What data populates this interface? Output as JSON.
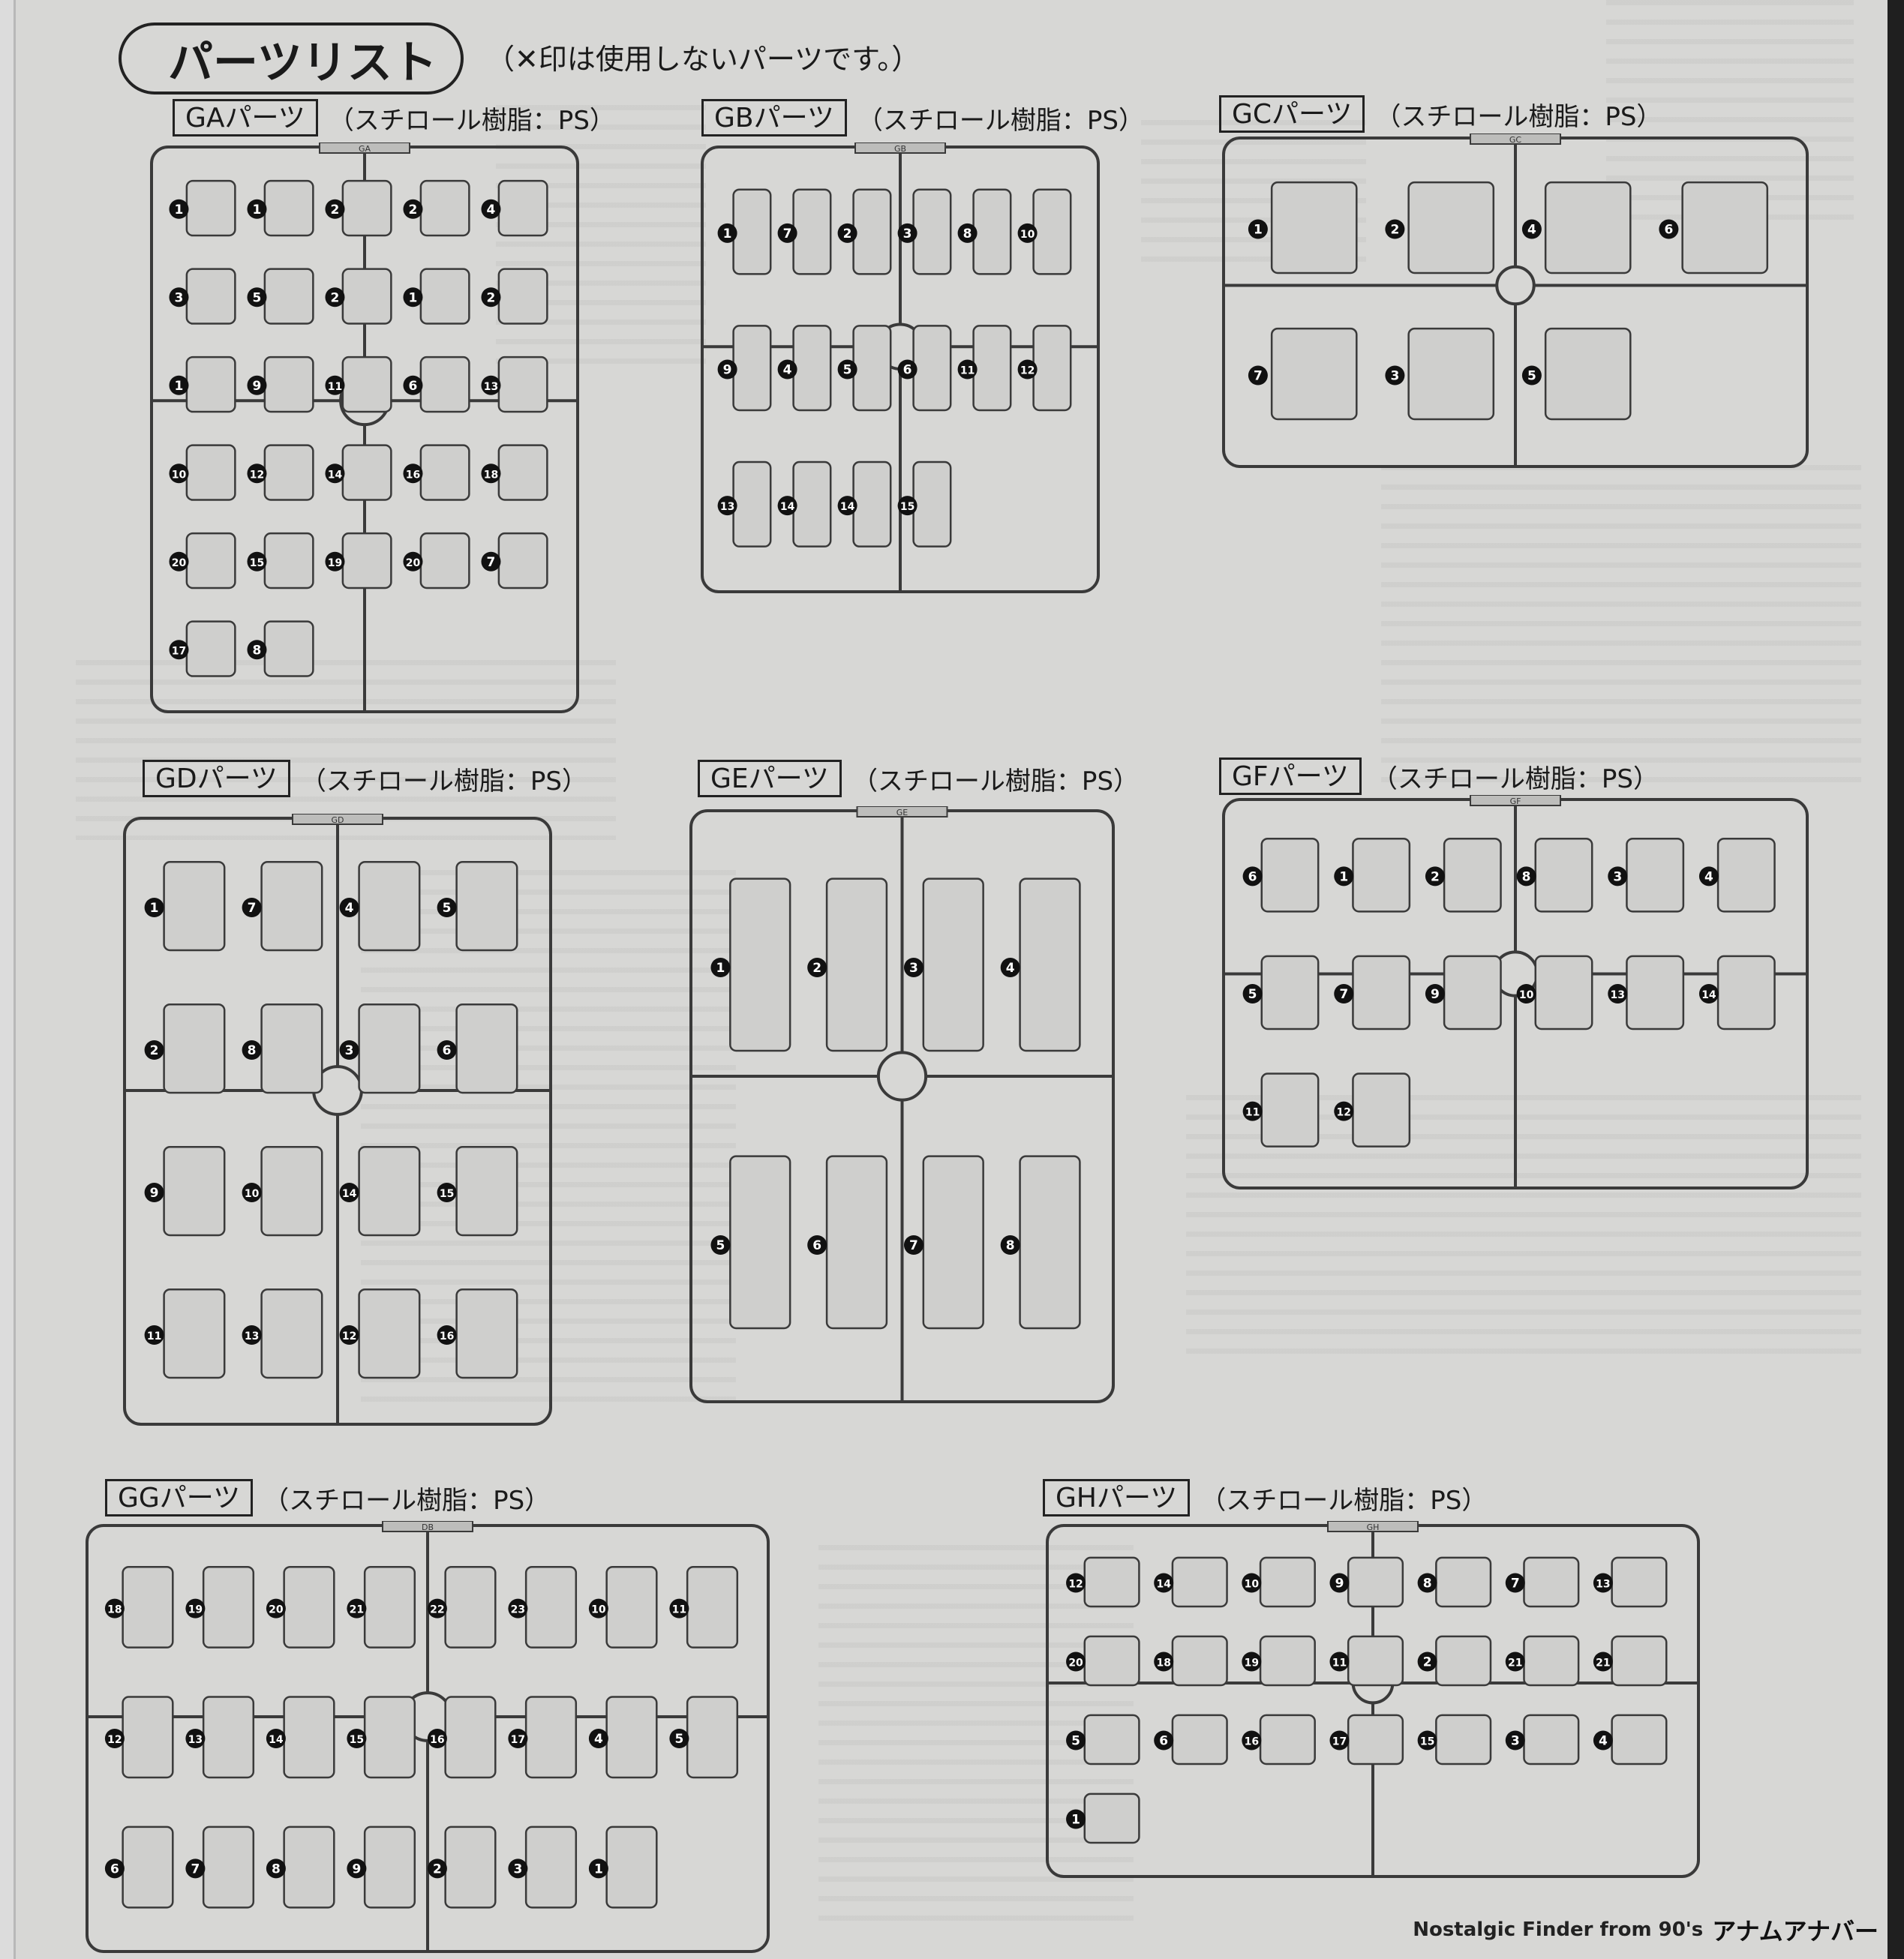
{
  "page": {
    "title": "パーツリスト",
    "note": "（✕印は使用しないパーツです。）"
  },
  "material": "（スチロール樹脂：PS）",
  "sections": [
    {
      "id": "GA",
      "label": "GAパーツ",
      "markers": [
        "1",
        "1",
        "2",
        "2",
        "4",
        "3",
        "5",
        "2",
        "1",
        "2",
        "1",
        "9",
        "11",
        "6",
        "13",
        "10",
        "12",
        "14",
        "16",
        "18",
        "20",
        "15",
        "19",
        "20",
        "7",
        "17",
        "8"
      ]
    },
    {
      "id": "GB",
      "label": "GBパーツ",
      "markers": [
        "1",
        "7",
        "2",
        "3",
        "8",
        "10",
        "9",
        "4",
        "5",
        "6",
        "11",
        "12",
        "13",
        "14",
        "14",
        "15"
      ]
    },
    {
      "id": "GC",
      "label": "GCパーツ",
      "markers": [
        "1",
        "2",
        "4",
        "6",
        "7",
        "3",
        "5"
      ]
    },
    {
      "id": "GD",
      "label": "GDパーツ",
      "markers": [
        "1",
        "7",
        "4",
        "5",
        "2",
        "8",
        "3",
        "6",
        "9",
        "10",
        "14",
        "15",
        "11",
        "13",
        "12",
        "16"
      ]
    },
    {
      "id": "GE",
      "label": "GEパーツ",
      "markers": [
        "1",
        "2",
        "3",
        "4",
        "5",
        "6",
        "7",
        "8"
      ]
    },
    {
      "id": "GF",
      "label": "GFパーツ",
      "markers": [
        "6",
        "1",
        "2",
        "8",
        "3",
        "4",
        "5",
        "7",
        "9",
        "10",
        "13",
        "14",
        "11",
        "12"
      ]
    },
    {
      "id": "GG",
      "label": "GGパーツ",
      "markers": [
        "18",
        "19",
        "20",
        "21",
        "22",
        "23",
        "10",
        "11",
        "12",
        "13",
        "14",
        "15",
        "16",
        "17",
        "4",
        "5",
        "6",
        "7",
        "8",
        "9",
        "2",
        "3",
        "1"
      ]
    },
    {
      "id": "GH",
      "label": "GHパーツ",
      "markers": [
        "12",
        "14",
        "10",
        "9",
        "8",
        "7",
        "13",
        "20",
        "18",
        "19",
        "11",
        "2",
        "21",
        "21",
        "5",
        "6",
        "16",
        "17",
        "15",
        "3",
        "4",
        "1"
      ]
    }
  ],
  "runner_codes": {
    "GA": "GA",
    "GB": "GB",
    "GC": "GC",
    "GD": "GD",
    "GE": "GE",
    "GF": "GF",
    "GG": "DB",
    "GH": "GH"
  },
  "watermark": {
    "text": "Nostalgic Finder from 90's",
    "logo": "アナムアナバー"
  },
  "colors": {
    "paper": "#d7d7d5",
    "runner_fill": "#cfcfcd",
    "line": "#3a3a3a",
    "marker": "#111111"
  }
}
